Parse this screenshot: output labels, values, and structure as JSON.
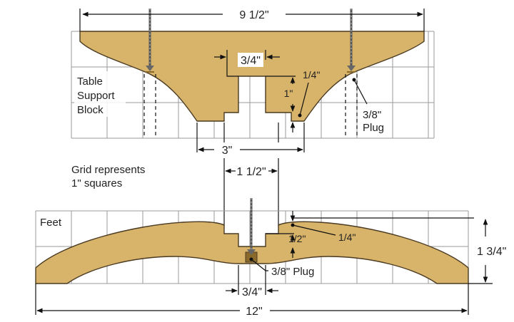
{
  "diagram": {
    "block_label": [
      "Table",
      "Support",
      "Block"
    ],
    "feet_label": "Feet",
    "grid_note": [
      "Grid represents",
      "1\" squares"
    ],
    "dims": {
      "top_width": "9 1/2\"",
      "notch_three_quarter": "3/4\"",
      "one_quarter": "1/4\"",
      "one_inch": "1\"",
      "plug": [
        "3/8\"",
        "Plug"
      ],
      "three": "3\"",
      "one_half_wide": "1 1/2\"",
      "feet_one_quarter": "1/4\"",
      "half": "1/2\"",
      "feet_plug": "3/8\" Plug",
      "feet_height": "1 3/4\"",
      "feet_notch": "3/4\"",
      "feet_width": "12\""
    },
    "colors": {
      "wood": "#d8b36a",
      "outline": "#4a3a22",
      "grid": "#9a9a9a",
      "plug": "#8a6a2a"
    }
  }
}
